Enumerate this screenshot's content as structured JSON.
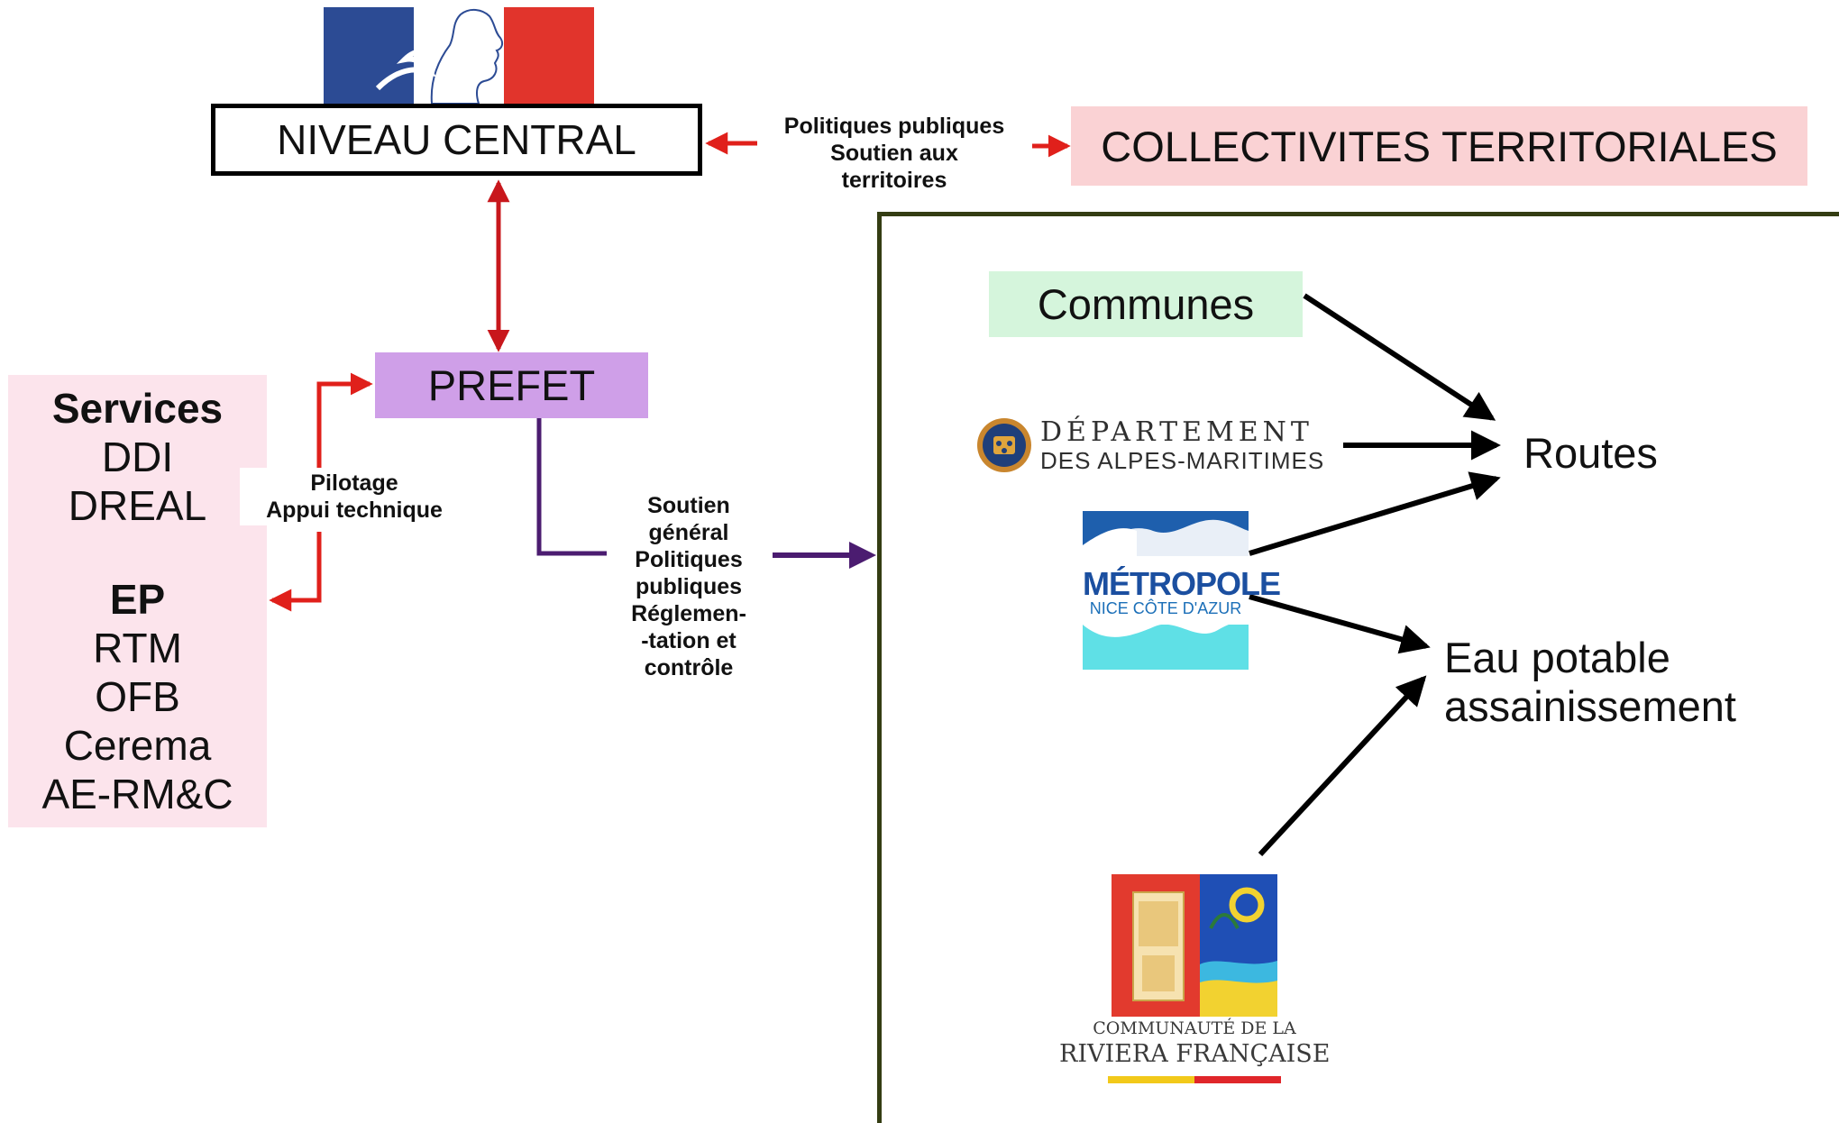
{
  "nodes": {
    "niveau_central": "NIVEAU CENTRAL",
    "collectivites": "COLLECTIVITES TERRITORIALES",
    "prefet": "PREFET",
    "communes": "Communes",
    "routes": "Routes",
    "eau_line1": "Eau potable",
    "eau_line2": "assainissement"
  },
  "services": {
    "heading": "Services",
    "items": [
      "DDI",
      "DREAL"
    ],
    "ep_heading": "EP",
    "ep_items": [
      "RTM",
      "OFB",
      "Cerema",
      "AE-RM&C"
    ]
  },
  "edge_labels": {
    "central_collectivites": [
      "Politiques publiques",
      "Soutien aux",
      "territoires"
    ],
    "pilotage": [
      "Pilotage",
      "Appui technique"
    ],
    "prefet_collectivites": [
      "Soutien",
      "général",
      "Politiques",
      "publiques",
      "Réglemen-",
      "-tation et",
      "contrôle"
    ]
  },
  "logos": {
    "departement": [
      "DÉPARTEMENT",
      "DES ALPES-MARITIMES"
    ],
    "metropole": [
      "MÉTROPOLE",
      "NICE CÔTE D'AZUR"
    ],
    "riviera": [
      "COMMUNAUTÉ DE LA",
      "RIVIERA FRANÇAISE"
    ]
  },
  "colors": {
    "red_arrow": "#e0201b",
    "dark_red_arrow": "#c8171c",
    "purple_arrow": "#4b1c70",
    "panel_border": "#343d13",
    "prefet_fill": "#cf9fe8",
    "communes_fill": "#d5f5dc",
    "collectivites_fill": "#fad2d4",
    "services_fill": "#fce4ec",
    "marianne_blue": "#2c4b94",
    "marianne_red": "#e1342c"
  }
}
